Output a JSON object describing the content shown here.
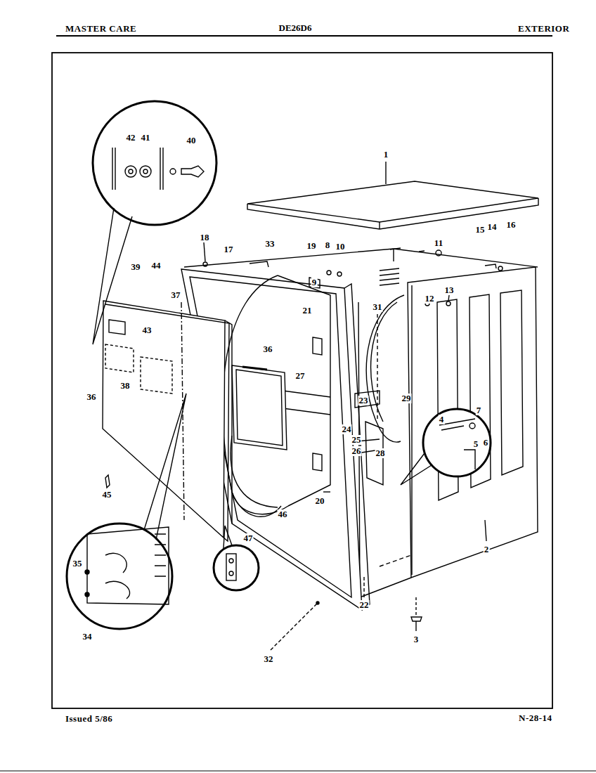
{
  "diagram": {
    "labels": [
      "MASTER CARE",
      "DE26D6",
      "EXTERIOR",
      "42",
      "41",
      "40",
      "1",
      "16",
      "15",
      "14",
      "18",
      "33",
      "19",
      "8",
      "10",
      "11",
      "17",
      "39",
      "44",
      "9",
      "13",
      "37",
      "12",
      "31",
      "21",
      "43",
      "36",
      "27",
      "38",
      "36",
      "29",
      "23",
      "7",
      "4",
      "24",
      "25",
      "6",
      "5",
      "26",
      "28",
      "45",
      "20",
      "46",
      "2",
      "47",
      "35",
      "22",
      "34",
      "3",
      "32",
      "Issued 5/86",
      "N-28-14"
    ]
  }
}
